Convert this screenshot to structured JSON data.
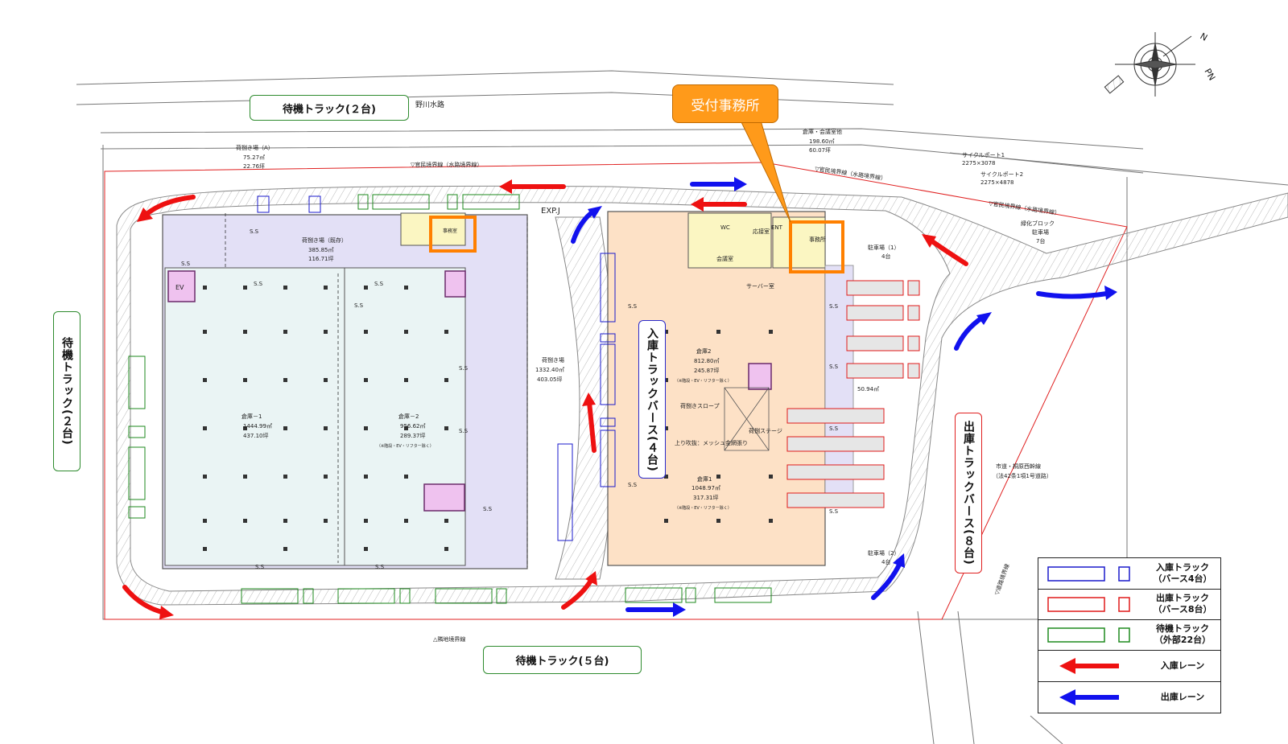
{
  "callout": {
    "text": "受付事務所"
  },
  "labels": {
    "top_waiting": "待機トラック(２台)",
    "left_waiting": "待機トラック(２台)",
    "bottom_waiting": "待機トラック(５台)",
    "inbound_berth": "入庫トラックバース(４台)",
    "outbound_berth": "出庫トラックバース(８台)"
  },
  "map_text": {
    "waterway": "野川水路",
    "boundary_top": "▽官民境界線（水路境界線）",
    "boundary_right": "▽官民境界線（水路境界線）",
    "boundary_bottom": "△隣地境界線",
    "exp_j": "EXP.J",
    "room_jimushitsu": "事務室",
    "room_ev": "EV",
    "room_shoki": "荷捌き場（既存）",
    "room_shoki_area": "385.85㎡",
    "room_shoki_tsubo": "116.71坪",
    "room_a": "荷捌き場（A）",
    "room_a_area": "75.27㎡",
    "room_a_tsubo": "22.76坪",
    "office_top": "倉庫・会議室他",
    "office_top_area": "198.60㎡",
    "office_top_tsubo": "60.07坪",
    "wh1": "倉庫－1",
    "wh1_area": "1444.99㎡",
    "wh1_tsubo": "437.10坪",
    "wh2": "倉庫－2",
    "wh2_area": "956.62㎡",
    "wh2_tsubo": "289.37坪",
    "wh2_note": "（※階段・EV・リフター除く）",
    "loading_mid": "荷捌き場",
    "loading_mid_area": "1332.40㎡",
    "loading_mid_tsubo": "403.05坪",
    "r_wh2": "倉庫2",
    "r_wh2_area": "812.80㎡",
    "r_wh2_tsubo": "245.87坪",
    "r_wh2_note": "（※階段・EV・リフター除く）",
    "r_wh1": "倉庫1",
    "r_wh1_area": "1048.97㎡",
    "r_wh1_tsubo": "317.31坪",
    "r_wh1_note": "（※階段・EV・リフター除く）",
    "slope": "荷捌きスロープ",
    "mesh": "上り吹抜：メッシュ金網張り",
    "stage": "荷捌ステージ",
    "server": "サーバー室",
    "meeting": "会議室",
    "bushitsu": "応接室",
    "toilet": "WC",
    "ent": "ENT",
    "office_main": "事務所",
    "parking1": "駐車場（1）",
    "parking1_count": "4台",
    "parking2": "駐車場（2）",
    "parking2_count": "4台",
    "area_50": "50.94㎡",
    "cycle1": "サイクルポート1",
    "cycle1_size": "2275×3078",
    "cycle2": "サイクルポート2",
    "cycle2_size": "2275×4878",
    "green": "緑化ブロック",
    "green2": "駐車場",
    "green3": "7台",
    "city_road": "市道・桐原西幹線",
    "city_road2": "（法42条1項1号道路）",
    "road_label": "▽道路境界線",
    "ss": "S.S",
    "north": "N",
    "pn": "PN"
  },
  "legend": [
    {
      "label_line1": "入庫トラック",
      "label_line2": "（バース4台）",
      "color": "#1a1acc",
      "kind": "box"
    },
    {
      "label_line1": "出庫トラック",
      "label_line2": "（バース8台）",
      "color": "#e01a1a",
      "kind": "box"
    },
    {
      "label_line1": "待機トラック",
      "label_line2": "（外部22台）",
      "color": "#1e8a1e",
      "kind": "box"
    },
    {
      "label_line1": "入庫レーン",
      "label_line2": "",
      "color": "#ee1111",
      "kind": "arrow-left"
    },
    {
      "label_line1": "出庫レーン",
      "label_line2": "",
      "color": "#1111ee",
      "kind": "arrow-left"
    }
  ],
  "colors": {
    "inbound": "#ee1111",
    "outbound": "#1111ee",
    "waiting": "#1e8a1e",
    "warehouse_left": "#eaf4f4",
    "loading_purple": "#e3e0f6",
    "warehouse_right": "#fde1c6",
    "office_yellow": "#fbf6c2",
    "accent_orange": "#ff9a1a"
  }
}
